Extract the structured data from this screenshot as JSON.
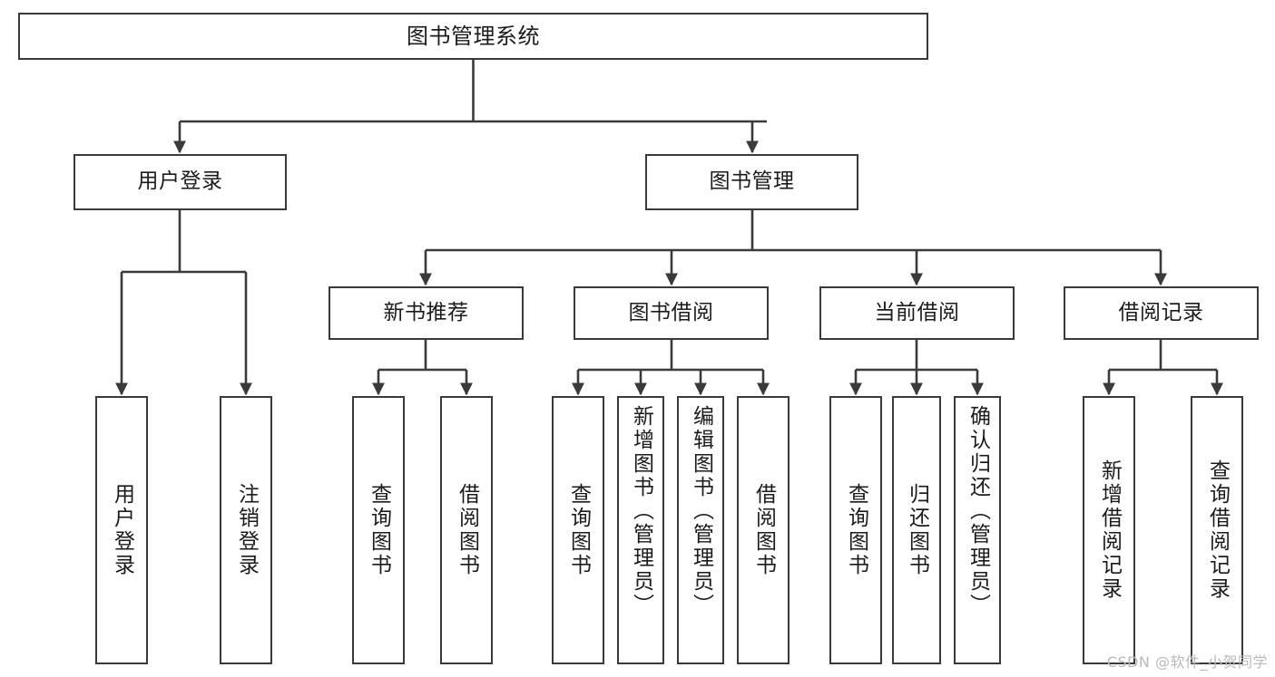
{
  "diagram": {
    "title": "图书管理系统",
    "type": "tree-hierarchy-chart",
    "stroke_color": "#3a3a3a",
    "fill_color": "#ffffff",
    "text_color": "#1b1b1b"
  },
  "nodes": {
    "root": {
      "label": "图书管理系统",
      "level": 1
    },
    "l2": [
      {
        "id": "user-login",
        "label": "用户登录",
        "level": 2
      },
      {
        "id": "book-manage",
        "label": "图书管理",
        "level": 2
      }
    ],
    "l3": [
      {
        "id": "new-book-recommend",
        "label": "新书推荐",
        "level": 3
      },
      {
        "id": "book-borrow",
        "label": "图书借阅",
        "level": 3
      },
      {
        "id": "current-borrow",
        "label": "当前借阅",
        "level": 3
      },
      {
        "id": "borrow-record",
        "label": "借阅记录",
        "level": 3
      }
    ],
    "leaves": [
      {
        "id": "leaf-user-login",
        "label": "用户登录",
        "parent": "user-login"
      },
      {
        "id": "leaf-logout",
        "label": "注销登录",
        "parent": "user-login"
      },
      {
        "id": "leaf-query-book-1",
        "label": "查询图书",
        "parent": "new-book-recommend"
      },
      {
        "id": "leaf-borrow-book-1",
        "label": "借阅图书",
        "parent": "new-book-recommend"
      },
      {
        "id": "leaf-query-book-2",
        "label": "查询图书",
        "parent": "book-borrow"
      },
      {
        "id": "leaf-add-book",
        "label": "新增图书（管理员）",
        "parent": "book-borrow"
      },
      {
        "id": "leaf-edit-book",
        "label": "编辑图书（管理员）",
        "parent": "book-borrow"
      },
      {
        "id": "leaf-borrow-book-2",
        "label": "借阅图书",
        "parent": "book-borrow"
      },
      {
        "id": "leaf-query-book-3",
        "label": "查询图书",
        "parent": "current-borrow"
      },
      {
        "id": "leaf-return-book",
        "label": "归还图书",
        "parent": "current-borrow"
      },
      {
        "id": "leaf-confirm-return",
        "label": "确认归还（管理员）",
        "parent": "current-borrow"
      },
      {
        "id": "leaf-add-record",
        "label": "新增借阅记录",
        "parent": "borrow-record"
      },
      {
        "id": "leaf-query-record",
        "label": "查询借阅记录",
        "parent": "borrow-record"
      }
    ]
  },
  "watermark": {
    "text": "CSDN @软件_小贺同学"
  }
}
